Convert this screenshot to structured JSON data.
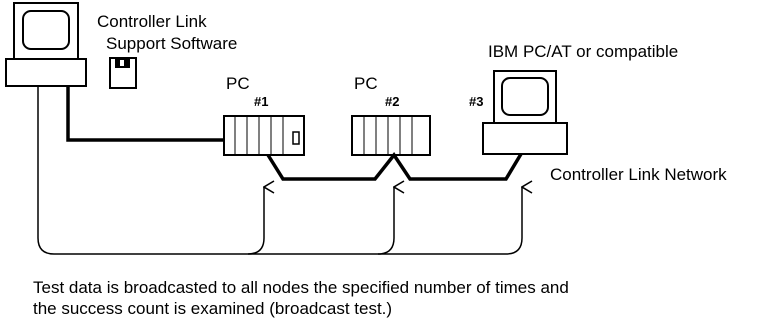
{
  "labels": {
    "support_software_line1": "Controller Link",
    "support_software_line2": "Support Software",
    "ibm_pc": "IBM PC/AT or compatible",
    "pc_1": "PC",
    "pc_2": "PC",
    "node_1": "#1",
    "node_2": "#2",
    "node_3": "#3",
    "network": "Controller Link Network"
  },
  "caption": {
    "line1": "Test data is broadcasted to all nodes the specified number of times and",
    "line2": "the success count is examined (broadcast test.)"
  },
  "colors": {
    "ink": "#000000",
    "background": "#ffffff"
  }
}
